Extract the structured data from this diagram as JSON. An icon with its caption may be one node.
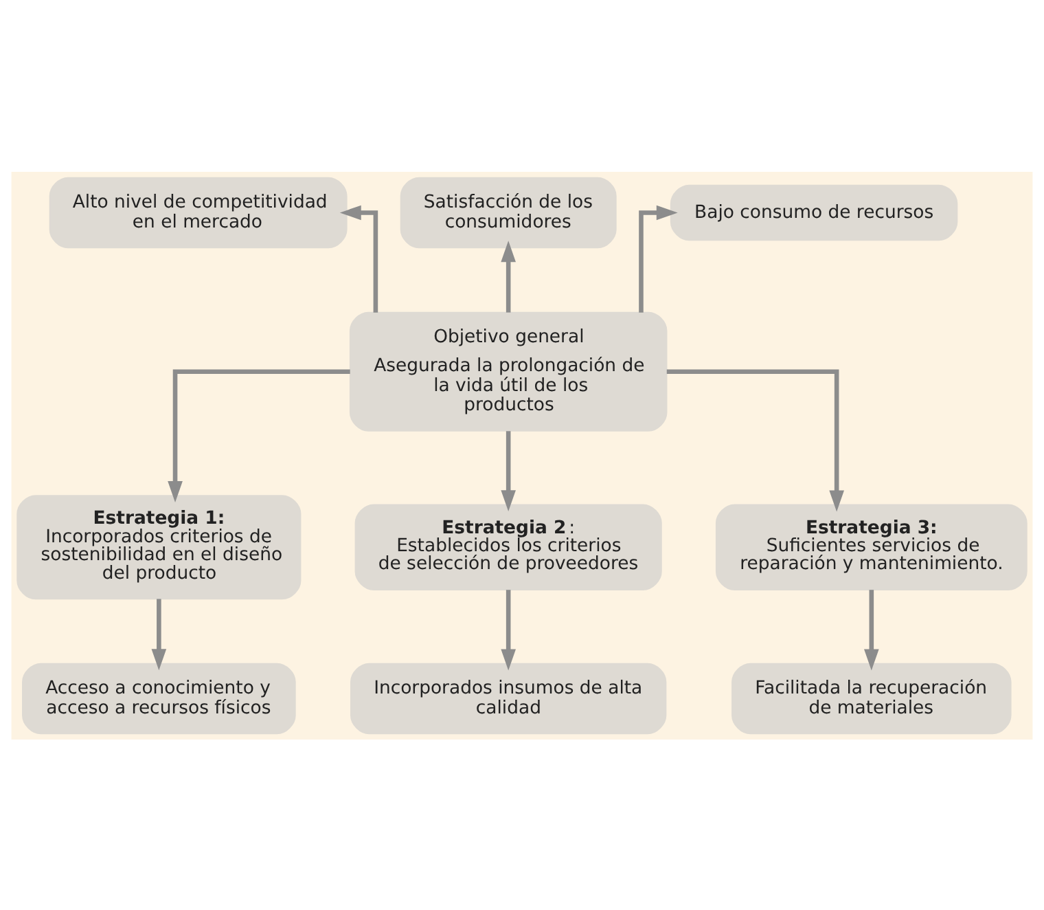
{
  "diagram": {
    "nodes": [
      {
        "text": [
          "Alto nivel de competitividad en el mercado"
        ]
      },
      {
        "text": [
          "Satisfacción de los consumidores"
        ]
      },
      {
        "text": [
          "Bajo consumo de recursos"
        ]
      },
      {
        "text": [
          "Objetivo general",
          "Asegurada la prolongación de la vida útil de los productos"
        ]
      },
      {
        "text": [
          "**Estrategia 1:** Incorporados criterios de sostenibilidad en el diseño del producto"
        ]
      },
      {
        "text": [
          "**Estrategia 2**: Establecidos los criterios de selección de proveedores"
        ]
      },
      {
        "text": [
          "**Estrategia 3:** Suficientes servicios de reparación y mantenimiento."
        ]
      },
      {
        "text": [
          "Acceso a conocimiento y acceso a recursos físicos"
        ]
      },
      {
        "text": [
          "Incorporados insumos de alta calidad"
        ]
      },
      {
        "text": [
          "Facilitada la recuperación de materiales"
        ]
      }
    ],
    "edges": [
      {
        "from": 3,
        "to": 0,
        "arrow": "to"
      },
      {
        "from": 3,
        "to": 1,
        "arrow": "to"
      },
      {
        "from": 3,
        "to": 2,
        "arrow": "to"
      },
      {
        "from": 3,
        "to": 4,
        "arrow": "to"
      },
      {
        "from": 3,
        "to": 5,
        "arrow": "to"
      },
      {
        "from": 3,
        "to": 6,
        "arrow": "to"
      },
      {
        "from": 4,
        "to": 7,
        "arrow": "to"
      },
      {
        "from": 5,
        "to": 8,
        "arrow": "to"
      },
      {
        "from": 6,
        "to": 9,
        "arrow": "to"
      }
    ]
  }
}
